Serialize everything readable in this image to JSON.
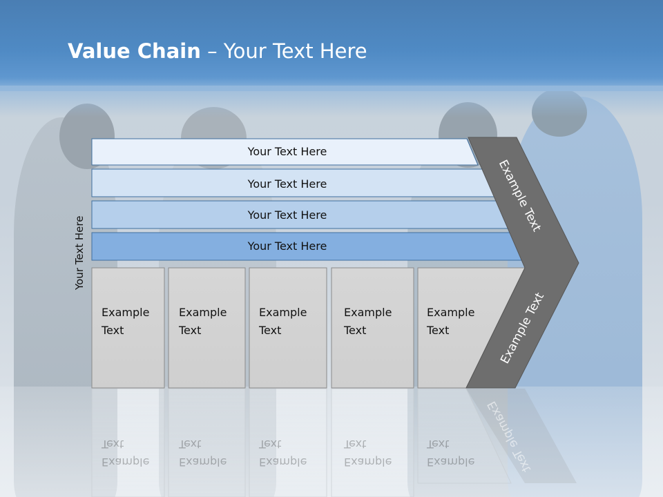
{
  "slide": {
    "title_bold": "Value Chain",
    "title_rest": " – Your Text Here",
    "side_label": "Your Text Here"
  },
  "bars": [
    {
      "label": "Your Text Here",
      "fill": "#e9f1fb"
    },
    {
      "label": "Your Text Here",
      "fill": "#d3e3f4"
    },
    {
      "label": "Your Text Here",
      "fill": "#b5cfeb"
    },
    {
      "label": "Your Text Here",
      "fill": "#84afe0"
    }
  ],
  "boxes": [
    {
      "line1": "Example",
      "line2": "Text"
    },
    {
      "line1": "Example",
      "line2": "Text"
    },
    {
      "line1": "Example",
      "line2": "Text"
    },
    {
      "line1": "Example",
      "line2": "Text"
    },
    {
      "line1": "Example",
      "line2": "Text"
    }
  ],
  "chevron": {
    "top_label": "Example Text",
    "bottom_label": "Example Text",
    "fill": "#6e6e6e"
  },
  "colors": {
    "header": "#4f8ac4",
    "box_fill": "#d3d3d3",
    "bar_stroke": "#3f6f9f"
  }
}
